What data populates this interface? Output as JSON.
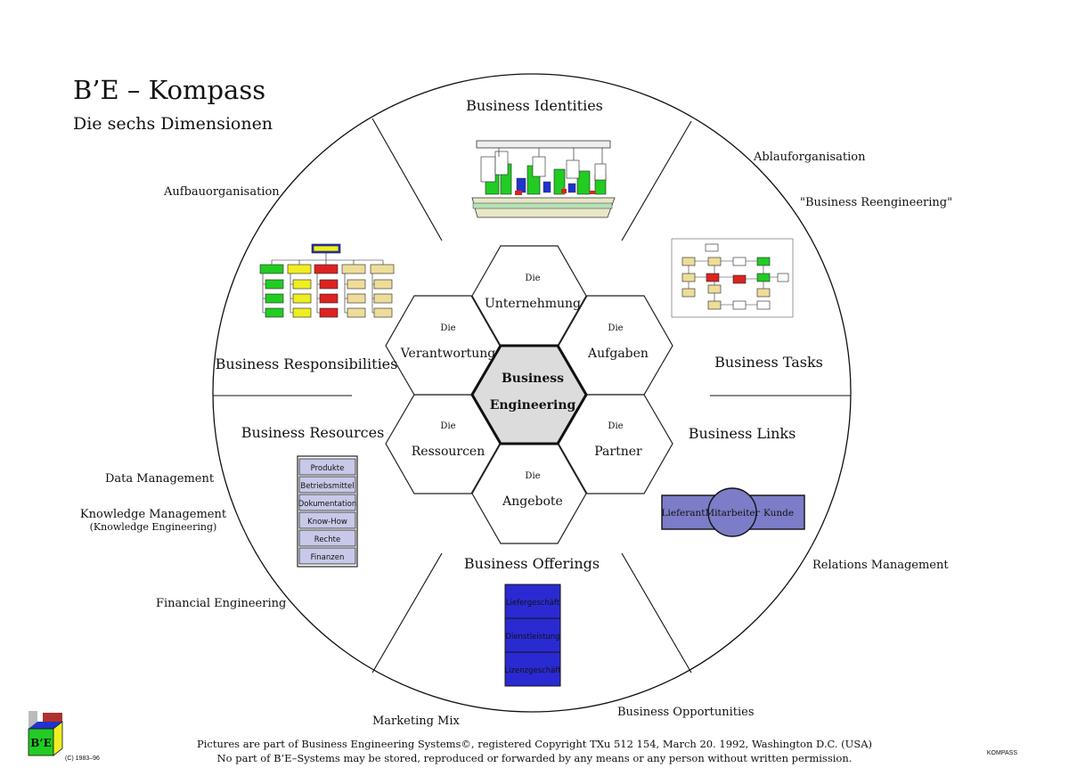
{
  "header": {
    "title": "B’E – Kompass",
    "subtitle": "Die sechs Dimensionen"
  },
  "sectors": {
    "identities": "Business Identities",
    "tasks": "Business Tasks",
    "links": "Business Links",
    "offerings": "Business Offerings",
    "resources": "Business Resources",
    "responsibilities": "Business Responsibilities"
  },
  "outer_labels": {
    "aufbau": "Aufbauorganisation",
    "ablauf": "Ablauforganisation",
    "reengineering": "\"Business Reengineering\"",
    "data_mgmt": "Data Management",
    "knowledge_mgmt": "Knowledge Management",
    "knowledge_eng": "(Knowledge Engineering)",
    "financial_eng": "Financial Engineering",
    "relations_mgmt": "Relations Management",
    "marketing_mix": "Marketing Mix",
    "opportunities": "Business Opportunities"
  },
  "hexagons": {
    "center_line1": "Business",
    "center_line2": "Engineering",
    "prefix": "Die",
    "unternehmung": "Unternehmung",
    "aufgaben": "Aufgaben",
    "partner": "Partner",
    "angebote": "Angebote",
    "ressourcen": "Ressourcen",
    "verantwortung": "Verantwortung"
  },
  "resources_stack": [
    "Produkte",
    "Betriebsmittel",
    "Dokumentation",
    "Know-How",
    "Rechte",
    "Finanzen"
  ],
  "offerings_stack": [
    "Liefergeschäft",
    "Dienstleistung",
    "Lizenzgeschäft"
  ],
  "links_diagram": {
    "left": "Lieferant",
    "middle": "Mitarbeiter",
    "right": "Kunde"
  },
  "footer": {
    "line1": "Pictures are part of Business Engineering Systems©, registered Copyright TXu 512 154, March 20. 1992, Washington D.C. (USA)",
    "line2": "No part of B’E–Systems may be stored, reproduced or forwarded by any means or any person without written permission.",
    "copyright": "(C) 1983–96",
    "corner": "KOMPASS",
    "logo": "B’E"
  },
  "colors": {
    "hex_center_fill": "#dcdcdc",
    "resources_fill": "#c8c8e8",
    "offerings_fill": "#2a2ad2",
    "links_fill": "#7c7cc8",
    "org_green": "#22cc22",
    "org_yellow": "#eeee22",
    "org_red": "#dd2222",
    "org_beige": "#eedd99"
  }
}
